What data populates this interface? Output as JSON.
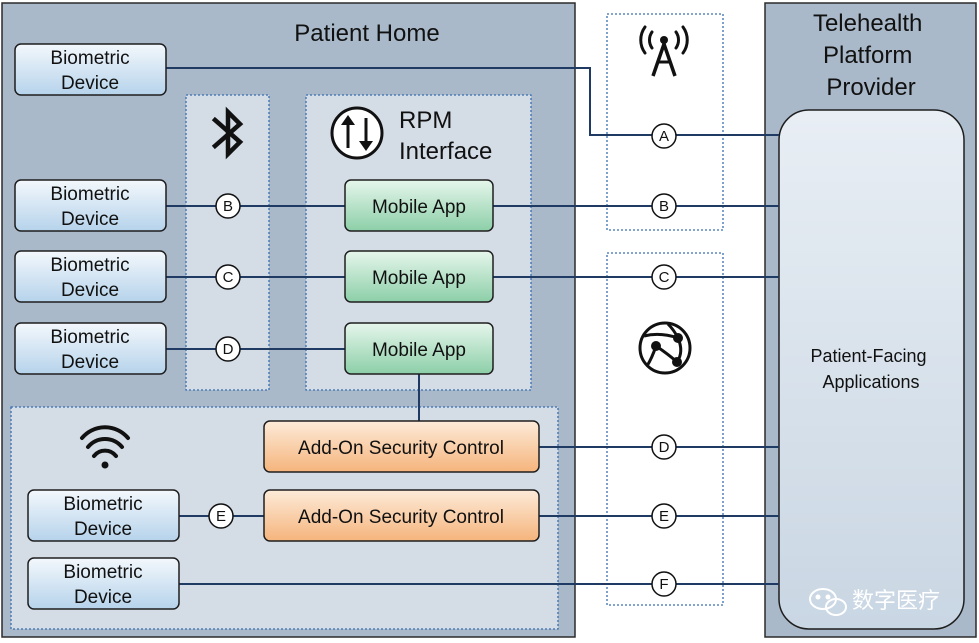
{
  "patient_home": {
    "title": "Patient Home"
  },
  "provider": {
    "title_lines": [
      "Telehealth",
      "Platform",
      "Provider"
    ],
    "apps_lines": [
      "Patient-Facing",
      "Applications"
    ]
  },
  "rpm": {
    "title_lines": [
      "RPM",
      "Interface"
    ]
  },
  "device_label_lines": [
    "Biometric",
    "Device"
  ],
  "mobile_app_label": "Mobile App",
  "security_control_label": "Add-On Security Control",
  "markers": [
    "A",
    "B",
    "C",
    "D",
    "E",
    "F"
  ],
  "watermark": "数字医疗",
  "icons": [
    "bluetooth-icon",
    "arrows-updown-icon",
    "cell-tower-icon",
    "globe-icon",
    "wifi-icon",
    "wechat-icon"
  ],
  "colors": {
    "home_bg": "#a9b9c9",
    "provider_bg": "#a9b9c9",
    "panel_bg": "#d4dce6",
    "device_fill": "#d5e6f3",
    "app_fill": "#9ed6b6",
    "security_fill": "#f8c99d",
    "line": "#1f3a63"
  }
}
